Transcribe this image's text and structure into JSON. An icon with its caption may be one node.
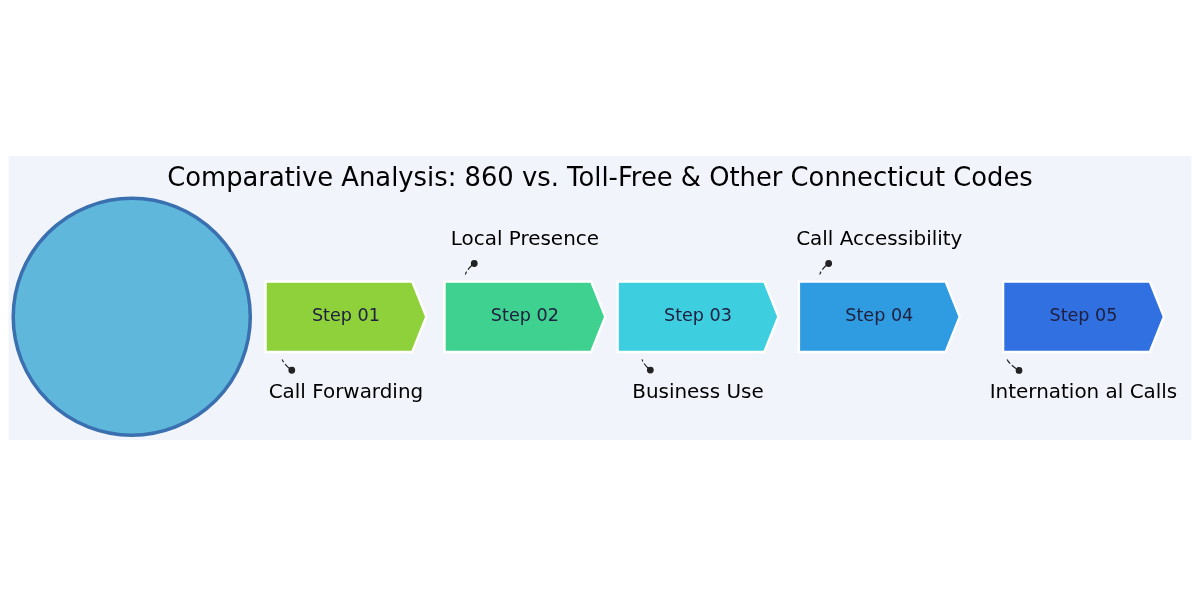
{
  "diagram": {
    "title": "Comparative Analysis: 860 vs. Toll-Free & Other Connecticut Codes",
    "nodes": [
      {
        "text": [],
        "shape": "circle"
      },
      {
        "text": [
          "Local Presence"
        ]
      },
      {
        "text": [
          "Call Accessibility"
        ]
      },
      {
        "text": [
          "Step 01"
        ]
      },
      {
        "text": [
          "Step 02"
        ]
      },
      {
        "text": [
          "Step 03"
        ]
      },
      {
        "text": [
          "Step 04"
        ]
      },
      {
        "text": [
          "Step 05"
        ]
      },
      {
        "text": [
          "Call Forwarding"
        ]
      },
      {
        "text": [
          "Business Use"
        ]
      },
      {
        "text": [
          "Internation al Calls"
        ]
      }
    ],
    "edges": [
      {
        "from": 1,
        "to": 4,
        "arrow": "other",
        "style": "dashed"
      },
      {
        "from": 2,
        "to": 6,
        "arrow": "other",
        "style": "dashed"
      },
      {
        "from": 8,
        "to": 3,
        "arrow": "other",
        "style": "dashed"
      },
      {
        "from": 9,
        "to": 5,
        "arrow": "other",
        "style": "dashed"
      },
      {
        "from": 10,
        "to": 7,
        "arrow": "other",
        "style": "dashed"
      }
    ]
  }
}
